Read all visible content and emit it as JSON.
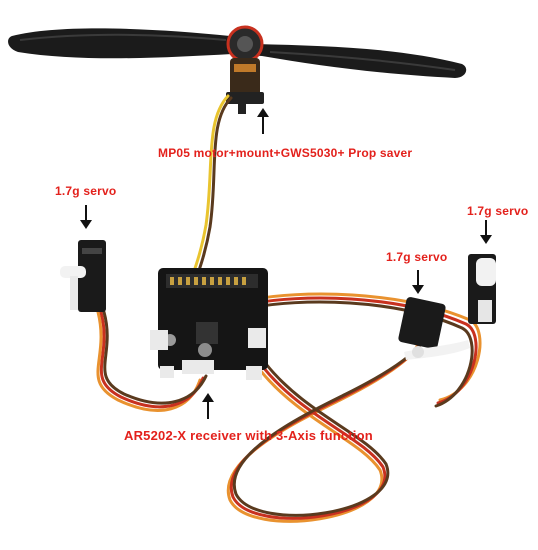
{
  "labels": {
    "motor": "MP05 motor+mount+GWS5030+ Prop saver",
    "servo_left": "1.7g servo",
    "servo_mid": "1.7g servo",
    "servo_right": "1.7g servo",
    "receiver": "AR5202-X receiver with 3-Axis function"
  },
  "colors": {
    "label_red": "#e3211c",
    "arrow": "#111111",
    "wire_orange": "#e9922f",
    "wire_red": "#c8311f",
    "wire_brown": "#5a3a1e",
    "wire_yellow": "#e9c42f",
    "board": "#151515",
    "propeller": "#1a1a1a"
  }
}
